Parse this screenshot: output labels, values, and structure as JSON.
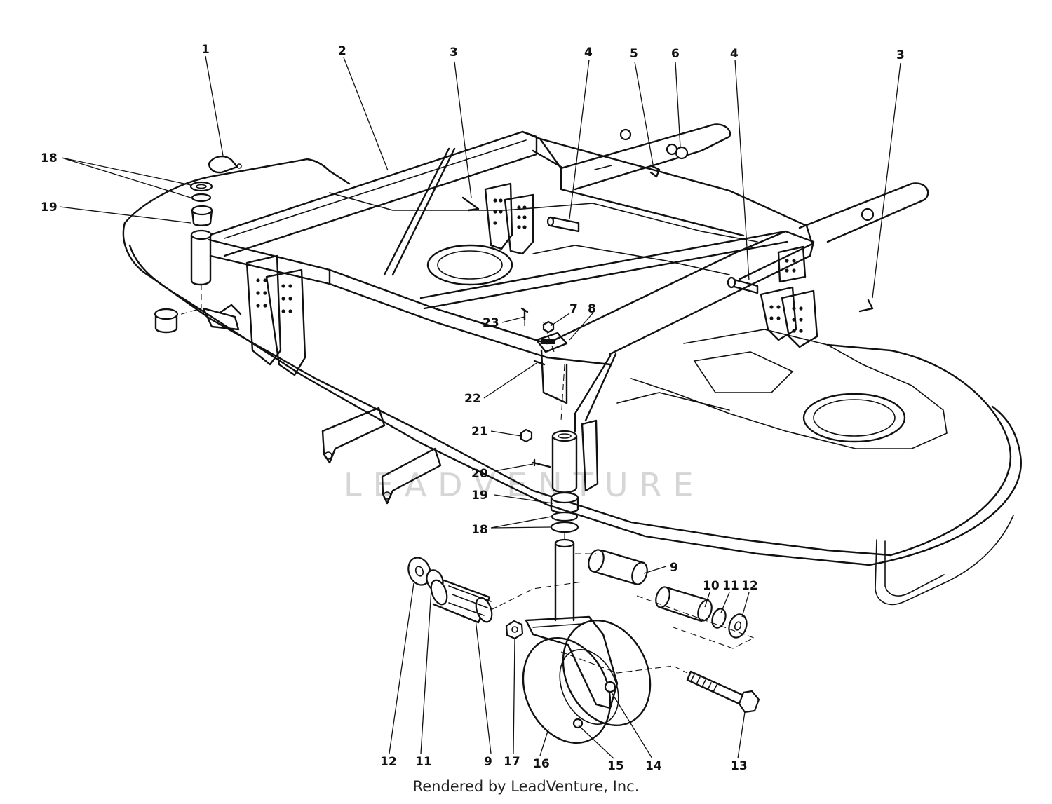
{
  "watermark": "LEADVENTURE",
  "credit": "Rendered by LeadVenture, Inc.",
  "callouts": [
    "1",
    "2",
    "3",
    "4",
    "5",
    "6",
    "4",
    "3",
    "18",
    "19",
    "7",
    "8",
    "23",
    "22",
    "21",
    "20",
    "19",
    "18",
    "9",
    "10",
    "11",
    "12",
    "12",
    "11",
    "9",
    "17",
    "16",
    "15",
    "14",
    "13"
  ]
}
